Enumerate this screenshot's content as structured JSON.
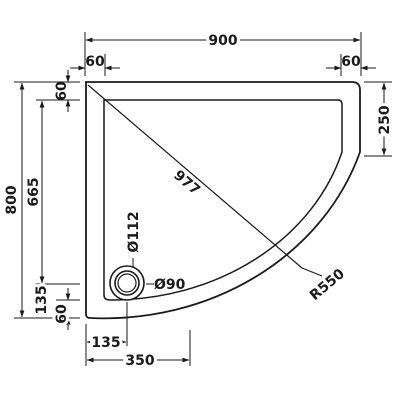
{
  "drawing": {
    "top_overall": "900",
    "top_left_margin": "60",
    "top_right_margin": "60",
    "right_straight": "250",
    "left_overall": "800",
    "left_inner": "665",
    "left_top_margin": "60",
    "left_bottom_inset": "135",
    "left_bottom_margin": "60",
    "diagonal": "977",
    "radius": "R550",
    "waste_outer": "Ø112",
    "waste_inner": "Ø90",
    "bottom_inset": "135",
    "bottom_waste_offset": "350"
  },
  "colors": {
    "line": "#1a1a1a",
    "background": "#ffffff"
  }
}
